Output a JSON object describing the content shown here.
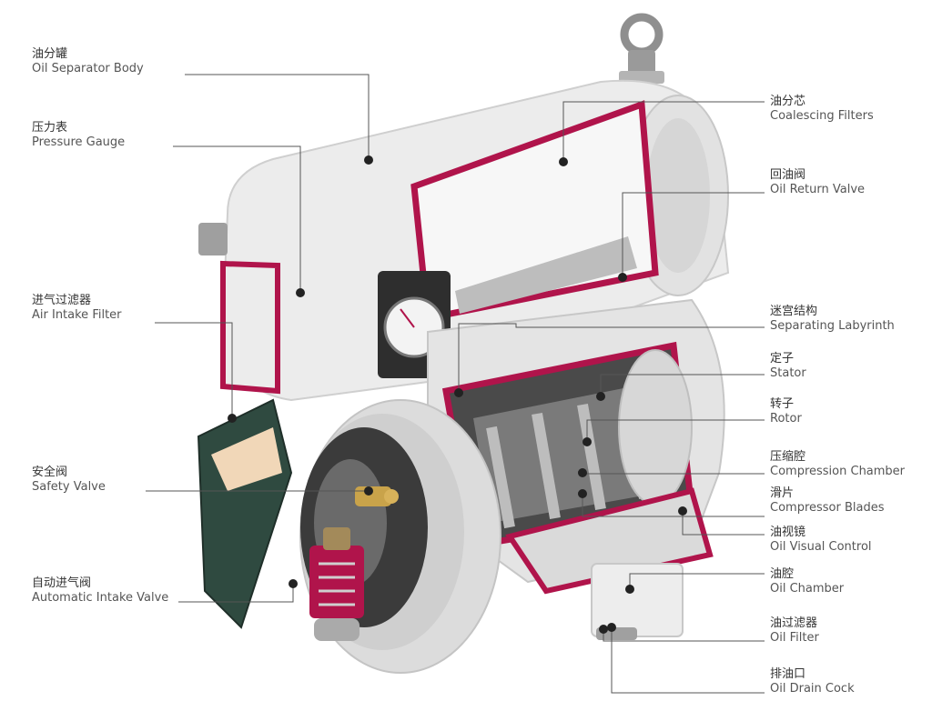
{
  "colors": {
    "accent": "#b0144b",
    "body": "#ececec",
    "leader": "#555555",
    "gauge_face": "#2e2e2e",
    "inner_dark": "#3b3b3b"
  },
  "labels_left": [
    {
      "zh": "油分罐",
      "en": "Oil Separator Body"
    },
    {
      "zh": "压力表",
      "en": "Pressure Gauge"
    },
    {
      "zh": "进气过滤器",
      "en": "Air Intake Filter"
    },
    {
      "zh": "安全阀",
      "en": "Safety Valve"
    },
    {
      "zh": "自动进气阀",
      "en": "Automatic Intake Valve"
    }
  ],
  "labels_right": [
    {
      "zh": "油分芯",
      "en": "Coalescing Filters"
    },
    {
      "zh": "回油阀",
      "en": "Oil Return Valve"
    },
    {
      "zh": "迷宫结构",
      "en": "Separating Labyrinth"
    },
    {
      "zh": "定子",
      "en": "Stator"
    },
    {
      "zh": "转子",
      "en": "Rotor"
    },
    {
      "zh": "压缩腔",
      "en": "Compression Chamber"
    },
    {
      "zh": "滑片",
      "en": "Compressor Blades"
    },
    {
      "zh": "油视镜",
      "en": "Oil Visual Control"
    },
    {
      "zh": "油腔",
      "en": "Oil Chamber"
    },
    {
      "zh": "油过滤器",
      "en": "Oil Filter"
    },
    {
      "zh": "排油口",
      "en": "Oil Drain Cock"
    }
  ]
}
